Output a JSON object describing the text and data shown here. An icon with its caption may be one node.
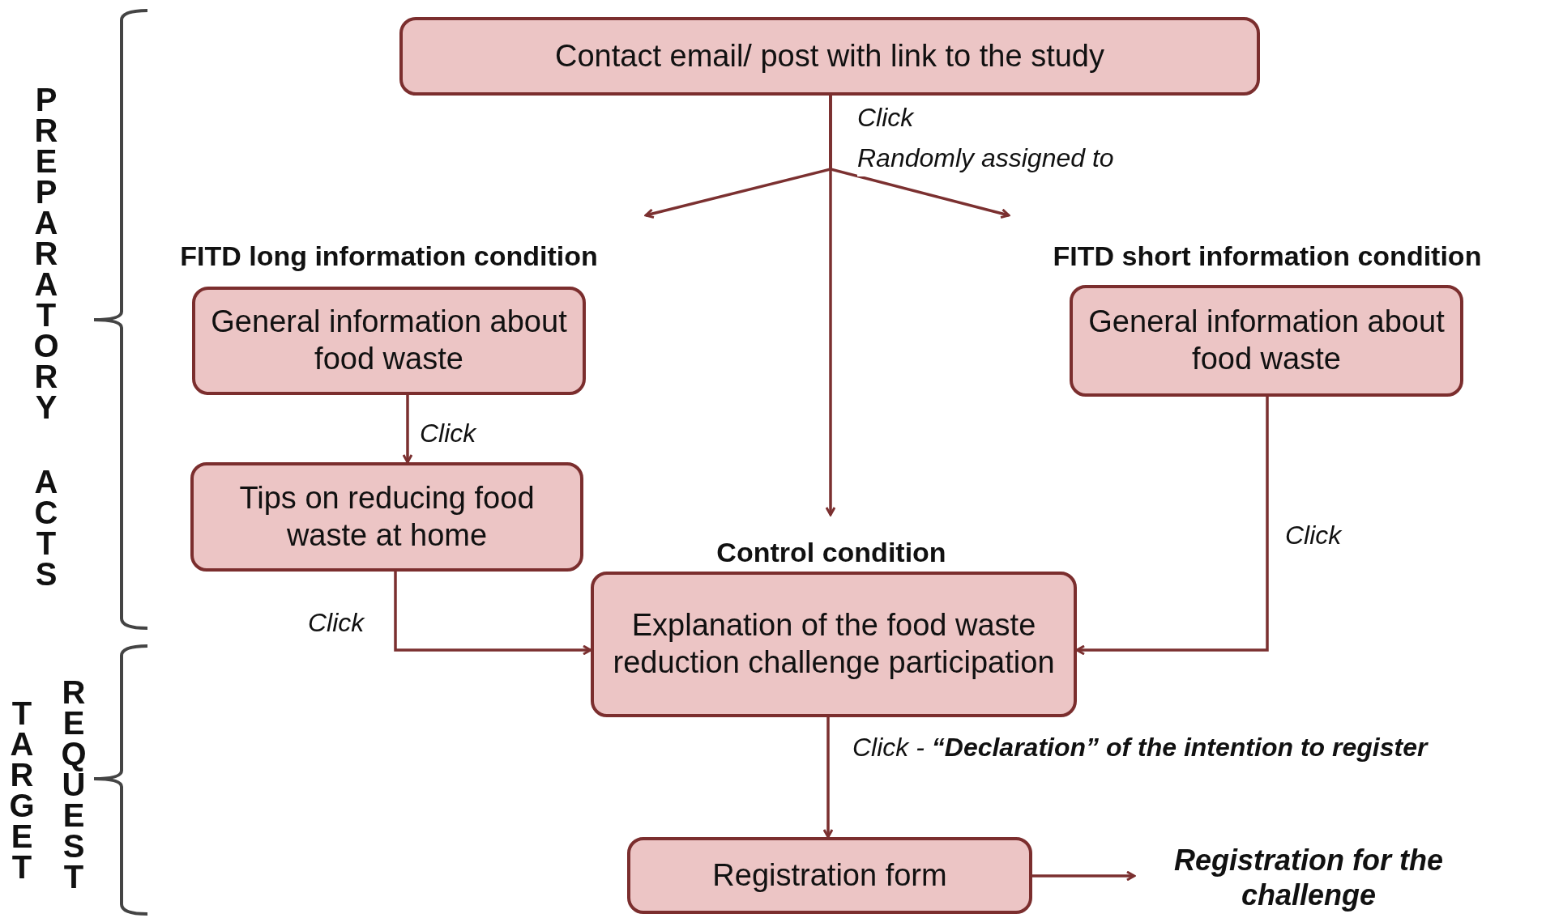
{
  "diagram": {
    "nodes": [
      {
        "text": [
          "Contact email/ post with link to the study"
        ]
      },
      {
        "text": [
          "FITD long information condition"
        ]
      },
      {
        "text": [
          "General information about food waste"
        ]
      },
      {
        "text": [
          "Tips on reducing food waste at home"
        ]
      },
      {
        "text": [
          "FITD short information condition"
        ]
      },
      {
        "text": [
          "General information about food waste"
        ]
      },
      {
        "text": [
          "Control condition"
        ]
      },
      {
        "text": [
          "Explanation of the food waste reduction challenge participation"
        ]
      },
      {
        "text": [
          "Registration form"
        ]
      },
      {
        "text": [
          "Registration for the challenge"
        ]
      }
    ],
    "edges": [
      {
        "from": 0,
        "to": 1,
        "arrow": "to"
      },
      {
        "from": 0,
        "to": 4,
        "arrow": "to"
      },
      {
        "from": 0,
        "to": 6,
        "arrow": "to"
      },
      {
        "from": 2,
        "to": 3,
        "arrow": "to",
        "label": "Click"
      },
      {
        "from": 3,
        "to": 7,
        "arrow": "to",
        "label": "Click"
      },
      {
        "from": 5,
        "to": 7,
        "arrow": "to",
        "label": "Click"
      },
      {
        "from": 7,
        "to": 8,
        "arrow": "to",
        "label": "Click - **“Declaration” of the intention to register**"
      },
      {
        "from": 8,
        "to": 9,
        "arrow": "to"
      }
    ],
    "labels": [
      "Click",
      "Randomly assigned to",
      "PREPARATORY",
      "ACTS",
      "TARGET",
      "REQUEST"
    ]
  }
}
